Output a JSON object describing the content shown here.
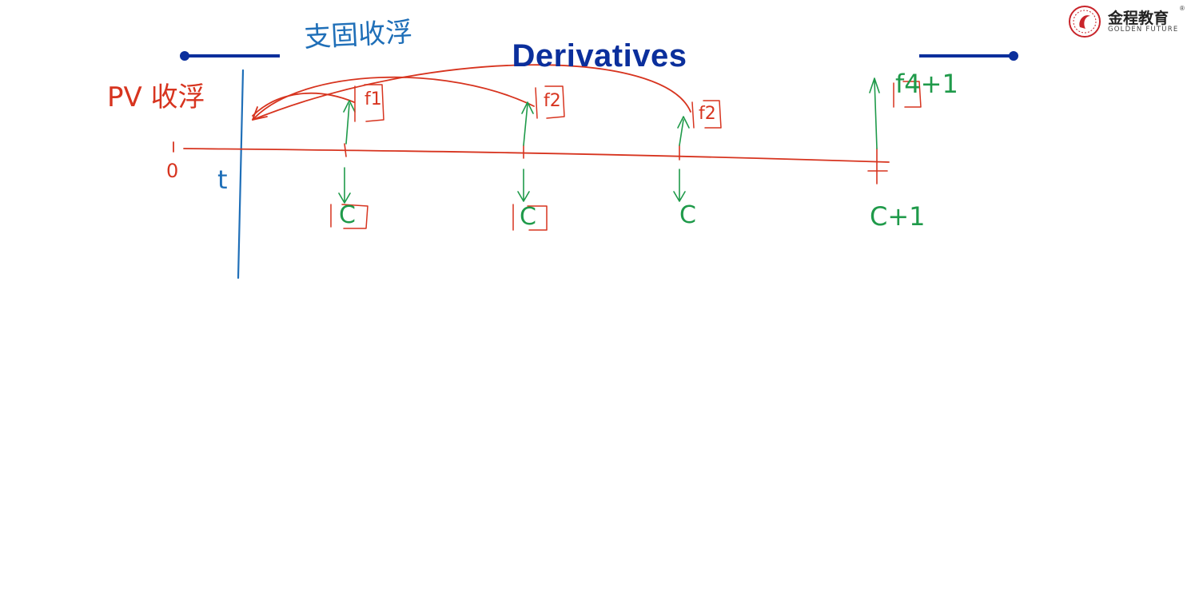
{
  "slide": {
    "title": "Derivatives",
    "logo": {
      "brand_cn": "金程教育",
      "brand_en": "GOLDEN FUTURE",
      "mark": "®"
    }
  },
  "annotations": {
    "top_note": "支固收浮",
    "pv_note": "PV 收浮",
    "time_zero": "0",
    "time_t": "t",
    "coupons": [
      "C",
      "C",
      "C",
      "C+1"
    ],
    "floating": [
      "f1",
      "f2",
      "f2",
      "f4+1"
    ]
  },
  "colors": {
    "title": "#0b2f9c",
    "decor_line": "#0b2f9c",
    "red_ink": "#d7341f",
    "green_ink": "#1f9a4a",
    "blue_ink": "#1f6fb8"
  }
}
